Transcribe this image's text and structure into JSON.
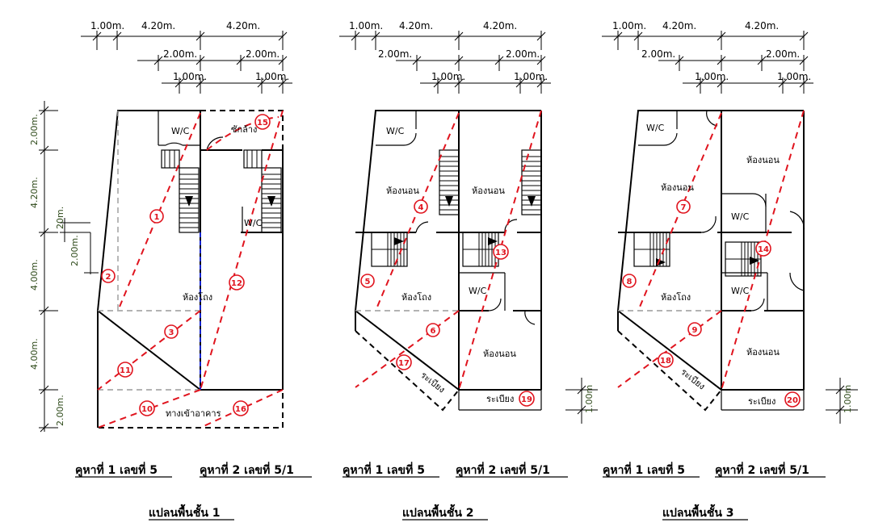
{
  "plans": [
    {
      "id": "floor-1",
      "unit_label_1": "คูหาที่ 1 เลขที่ 5",
      "unit_label_2": "คูหาที่ 2 เลขที่ 5/1",
      "title": "แปลนพื้นชั้น 1",
      "rooms": {
        "wc": "W/C",
        "wash": "ซักล้าง",
        "wc2": "W/C",
        "hall": "ห้องโถง",
        "entry": "ทางเข้าอาคาร"
      },
      "dims_top": [
        "1.00m.",
        "4.20m.",
        "4.20m.",
        "2.00m.",
        "2.00m.",
        "1.00m.",
        "1.00m."
      ],
      "dims_left": [
        "2.00m.",
        "4.20m.",
        "20m.",
        "2.00m.",
        "4.00m.",
        "4.00m.",
        "2.00m."
      ],
      "markers": [
        "1",
        "2",
        "3",
        "10",
        "11",
        "12",
        "15",
        "16"
      ]
    },
    {
      "id": "floor-2",
      "unit_label_1": "คูหาที่ 1 เลขที่ 5",
      "unit_label_2": "คูหาที่ 2 เลขที่ 5/1",
      "title": "แปลนพื้นชั้น 2",
      "rooms": {
        "wc": "W/C",
        "bed1": "ห้องนอน",
        "bed2": "ห้องนอน",
        "hall": "ห้องโถง",
        "wc2": "W/C",
        "bed3": "ห้องนอน",
        "balcony1": "ระเบียง",
        "balcony2": "ระเบียง"
      },
      "dims_top": [
        "1.00m.",
        "4.20m.",
        "4.20m.",
        "2.00m.",
        "2.00m.",
        "1.00m.",
        "1.00m."
      ],
      "dims_right": [
        "1.00m"
      ],
      "markers": [
        "4",
        "5",
        "6",
        "13",
        "17",
        "19"
      ]
    },
    {
      "id": "floor-3",
      "unit_label_1": "คูหาที่ 1 เลขที่ 5",
      "unit_label_2": "คูหาที่ 2 เลขที่ 5/1",
      "title": "แปลนพื้นชั้น 3",
      "rooms": {
        "wc": "W/C",
        "bed1": "ห้องนอน",
        "bed2": "ห้องนอน",
        "wc2": "W/C",
        "hall": "ห้องโถง",
        "wc3": "W/C",
        "bed3": "ห้องนอน",
        "balcony1": "ระเบียง",
        "balcony2": "ระเบียง"
      },
      "dims_top": [
        "1.00m.",
        "4.20m.",
        "4.20m.",
        "2.00m.",
        "2.00m.",
        "1.00m.",
        "1.00m."
      ],
      "dims_right": [
        "1.00m"
      ],
      "markers": [
        "7",
        "8",
        "9",
        "14",
        "18",
        "20"
      ]
    }
  ]
}
